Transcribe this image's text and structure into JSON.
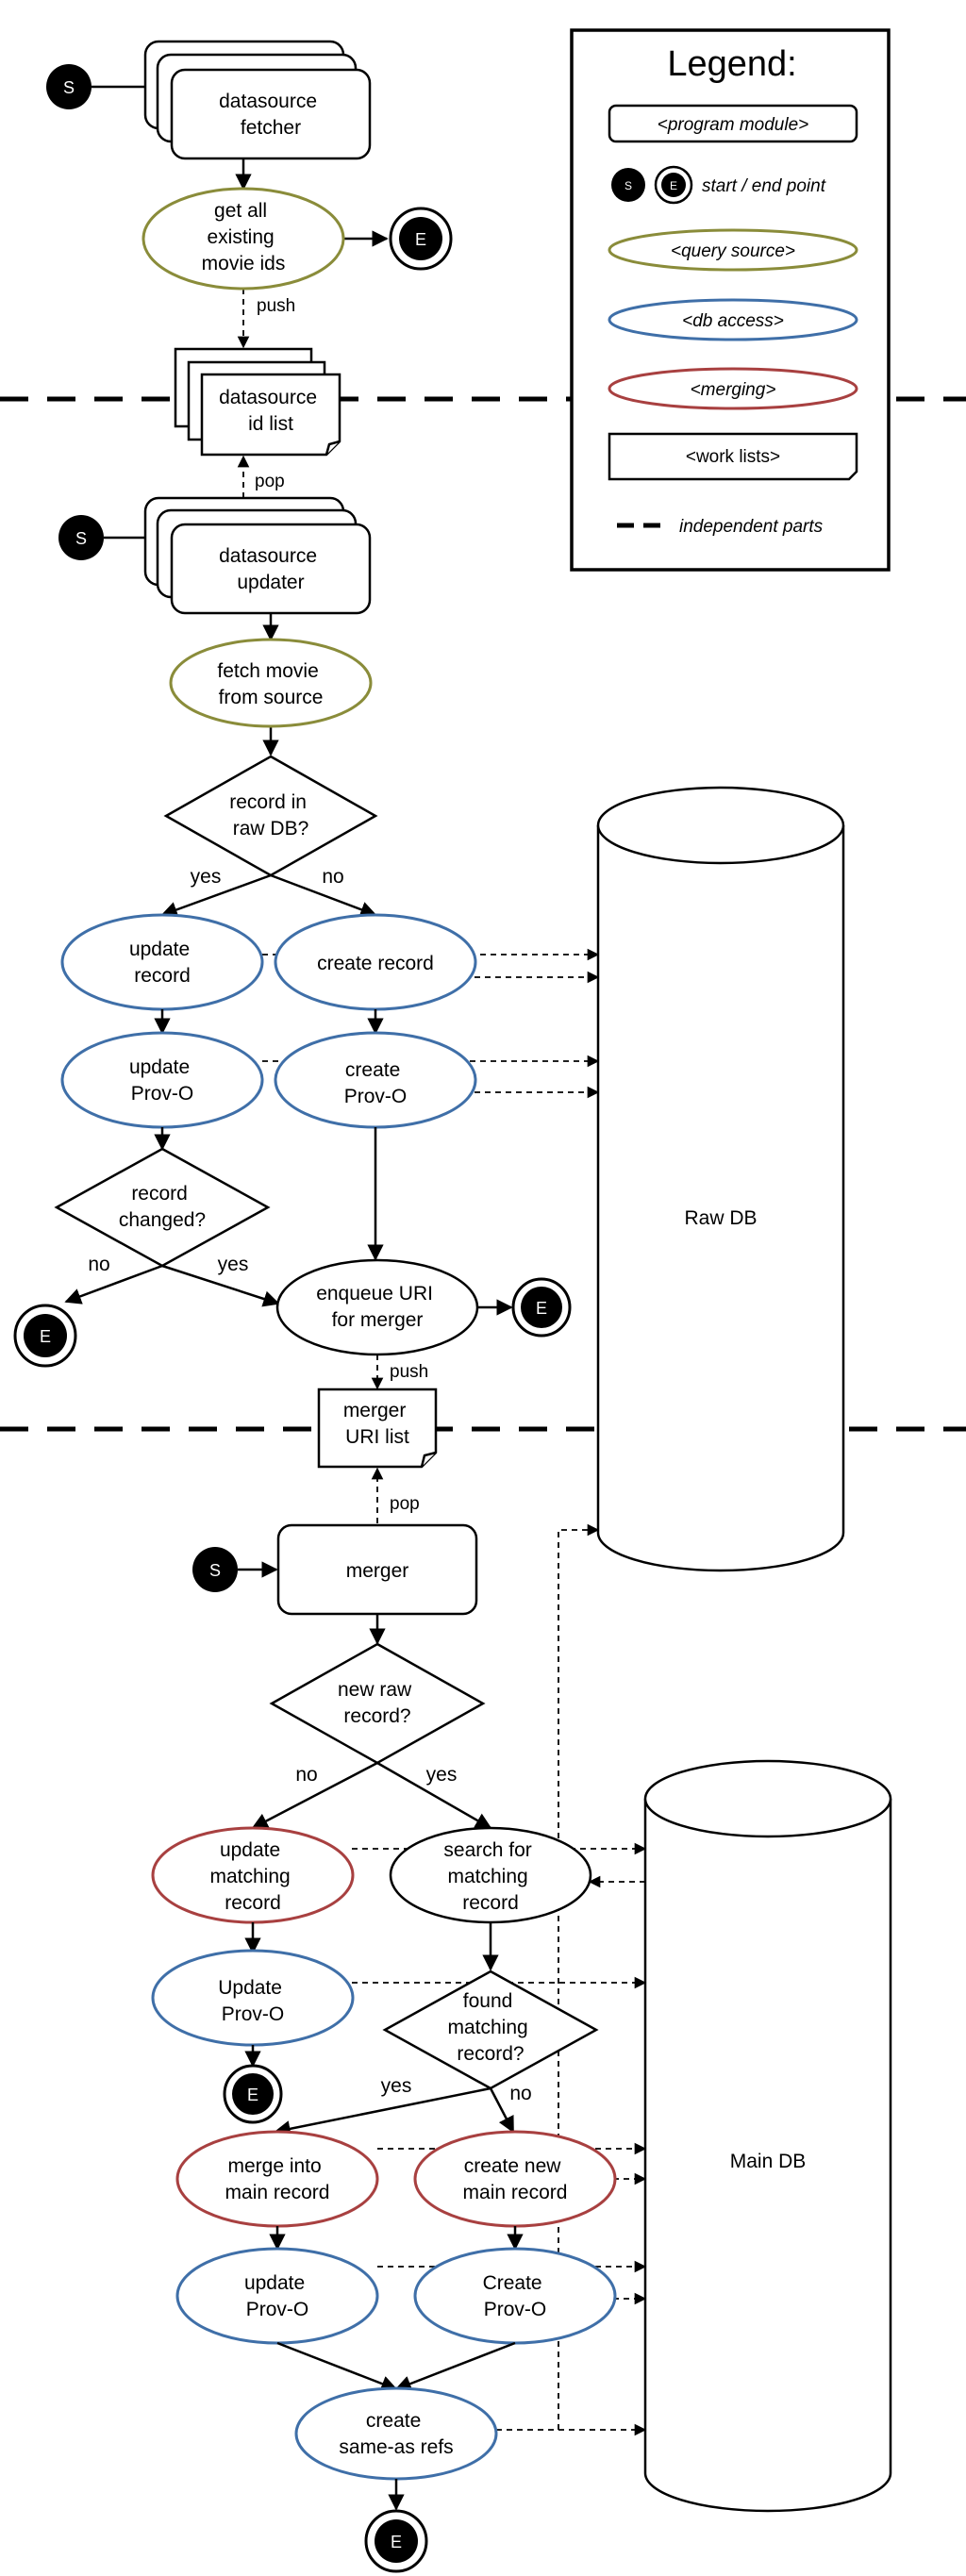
{
  "legend": {
    "title": "Legend:",
    "program_module": "<program module>",
    "start_end": "start / end point",
    "query_source": "<query source>",
    "db_access": "<db access>",
    "merging": "<merging>",
    "work_lists": "<work lists>",
    "independent_parts": "independent parts"
  },
  "markers": {
    "start": "S",
    "end": "E"
  },
  "colors": {
    "query_source": "#8a8c3a",
    "db_access": "#3f6fa8",
    "merging": "#a84040"
  },
  "nodes": {
    "datasource_fetcher": [
      "datasource",
      "fetcher"
    ],
    "get_all_ids": [
      "get all",
      "existing",
      "movie ids"
    ],
    "datasource_id_list": [
      "datasource",
      "id list"
    ],
    "datasource_updater": [
      "datasource",
      "updater"
    ],
    "fetch_movie": [
      "fetch movie",
      "from source"
    ],
    "record_in_raw_db": [
      "record in",
      "raw DB?"
    ],
    "update_record": [
      "update",
      "record"
    ],
    "create_record": "create record",
    "update_prov_o_1": [
      "update",
      "Prov-O"
    ],
    "create_prov_o_1": [
      "create",
      "Prov-O"
    ],
    "record_changed": [
      "record",
      "changed?"
    ],
    "enqueue_uri": [
      "enqueue URI",
      "for merger"
    ],
    "merger_uri_list": [
      "merger",
      "URI list"
    ],
    "merger": "merger",
    "new_raw_record": [
      "new raw",
      "record?"
    ],
    "update_matching": [
      "update",
      "matching",
      "record"
    ],
    "search_matching": [
      "search for",
      "matching",
      "record"
    ],
    "update_prov_o_2": [
      "Update",
      "Prov-O"
    ],
    "found_matching": [
      "found",
      "matching",
      "record?"
    ],
    "merge_into": [
      "merge into",
      "main record"
    ],
    "create_new_main": [
      "create new",
      "main record"
    ],
    "update_prov_o_3": [
      "update",
      "Prov-O"
    ],
    "create_prov_o_3": [
      "Create",
      "Prov-O"
    ],
    "create_same_as": [
      "create",
      "same-as refs"
    ],
    "raw_db": "Raw DB",
    "main_db": "Main DB"
  },
  "edge_labels": {
    "push_1": "push",
    "pop_1": "pop",
    "yes_1": "yes",
    "no_1": "no",
    "no_2": "no",
    "yes_2": "yes",
    "push_2": "push",
    "pop_2": "pop",
    "no_3": "no",
    "yes_3": "yes",
    "yes_4": "yes",
    "no_4": "no"
  }
}
